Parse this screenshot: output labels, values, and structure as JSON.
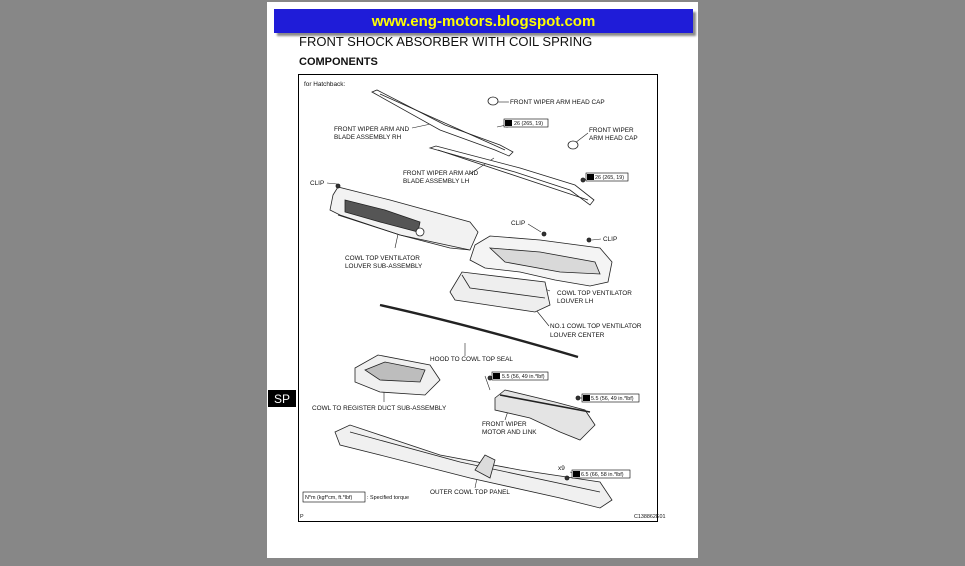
{
  "banner": {
    "text": "www.eng-motors.blogspot.com"
  },
  "document": {
    "title": "FRONT SHOCK ABSORBER WITH COIL SPRING",
    "section": "COMPONENTS",
    "side_tab": "SP"
  },
  "diagram": {
    "variant": "for Hatchback:",
    "labels": {
      "head_cap_1": "FRONT WIPER ARM HEAD CAP",
      "arm_rh_1": "FRONT WIPER ARM AND",
      "arm_rh_2": "BLADE ASSEMBLY RH",
      "head_cap_2a": "FRONT WIPER",
      "head_cap_2b": "ARM HEAD CAP",
      "arm_lh_1": "FRONT WIPER ARM AND",
      "arm_lh_2": "BLADE ASSEMBLY LH",
      "clip_1": "CLIP",
      "clip_2": "CLIP",
      "clip_3": "CLIP",
      "louver_sub_1": "COWL TOP VENTILATOR",
      "louver_sub_2": "LOUVER SUB-ASSEMBLY",
      "louver_lh_1": "COWL TOP VENTILATOR",
      "louver_lh_2": "LOUVER LH",
      "louver_center_1": "NO.1 COWL TOP VENTILATOR",
      "louver_center_2": "LOUVER CENTER",
      "hood_seal": "HOOD TO COWL TOP SEAL",
      "duct": "COWL TO REGISTER DUCT SUB-ASSEMBLY",
      "motor_1": "FRONT WIPER",
      "motor_2": "MOTOR AND LINK",
      "outer_panel": "OUTER COWL TOP PANEL",
      "quantity": "x9"
    },
    "torques": {
      "t1": "26 (265, 19)",
      "t2": "26 (265, 19)",
      "t3": "5.5 (56, 49 in.*lbf)",
      "t4": "5.5 (56, 49 in.*lbf)",
      "t5": "6.5 (66, 58 in.*lbf)"
    },
    "legend": {
      "unit": "N*m (kgf*cm, ft.*lbf)",
      "text": ": Specified torque"
    },
    "corner_left": "P",
    "figure_code": "C138862E01"
  }
}
